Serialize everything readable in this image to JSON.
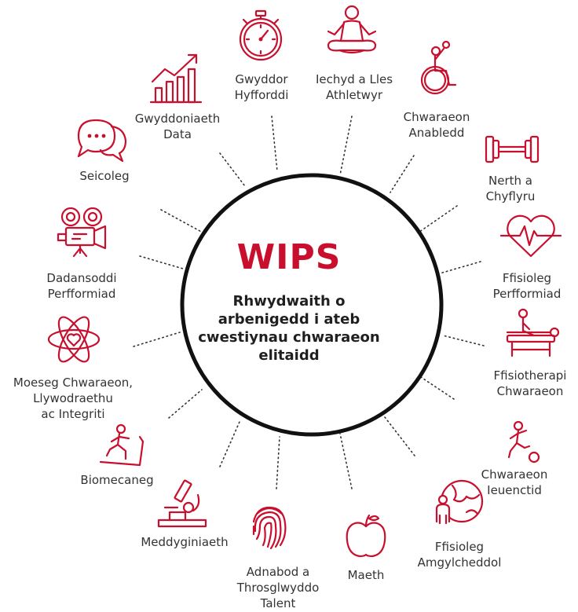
{
  "center": {
    "title": "WIPS",
    "subtitle": "Rhwydwaith o arbenigedd i ateb cwestiynau chwaraeon elitaidd"
  },
  "accent_color": "#c8102e",
  "topics": [
    {
      "id": "t1",
      "lines": [
        "Gwyddor",
        "Hyfforddi"
      ],
      "icon": "stopwatch-icon"
    },
    {
      "id": "t2",
      "lines": [
        "Iechyd a Lles",
        "Athletwyr"
      ],
      "icon": "meditation-icon"
    },
    {
      "id": "t3",
      "lines": [
        "Chwaraeon",
        "Anabledd"
      ],
      "icon": "wheelchair-athlete-icon"
    },
    {
      "id": "t4",
      "lines": [
        "Nerth a",
        "Chyflyru"
      ],
      "icon": "dumbbell-icon"
    },
    {
      "id": "t5",
      "lines": [
        "Ffisioleg",
        "Perfformiad"
      ],
      "icon": "heart-rate-icon"
    },
    {
      "id": "t6",
      "lines": [
        "Ffisiotherapi",
        "Chwaraeon"
      ],
      "icon": "massage-table-icon"
    },
    {
      "id": "t7",
      "lines": [
        "Chwaraeon",
        "Ieuenctid"
      ],
      "icon": "child-football-icon"
    },
    {
      "id": "t8",
      "lines": [
        "Ffisioleg",
        "Amgylcheddol"
      ],
      "icon": "person-globe-icon"
    },
    {
      "id": "t9",
      "lines": [
        "Maeth"
      ],
      "icon": "apple-icon"
    },
    {
      "id": "t10",
      "lines": [
        "Adnabod a",
        "Throsglwyddo",
        "Talent"
      ],
      "icon": "fingerprint-icon"
    },
    {
      "id": "t11",
      "lines": [
        "Meddyginiaeth"
      ],
      "icon": "microscope-icon"
    },
    {
      "id": "t12",
      "lines": [
        "Biomecaneg"
      ],
      "icon": "treadmill-runner-icon"
    },
    {
      "id": "t13",
      "lines": [
        "Moeseg Chwaraeon,",
        "Llywodraethu",
        "ac Integriti"
      ],
      "icon": "atom-heart-icon"
    },
    {
      "id": "t14",
      "lines": [
        "Dadansoddi",
        "Perfformiad"
      ],
      "icon": "video-camera-icon"
    },
    {
      "id": "t15",
      "lines": [
        "Seicoleg"
      ],
      "icon": "speech-bubbles-icon"
    },
    {
      "id": "t16",
      "lines": [
        "Gwyddoniaeth",
        "Data"
      ],
      "icon": "bar-chart-icon"
    }
  ]
}
